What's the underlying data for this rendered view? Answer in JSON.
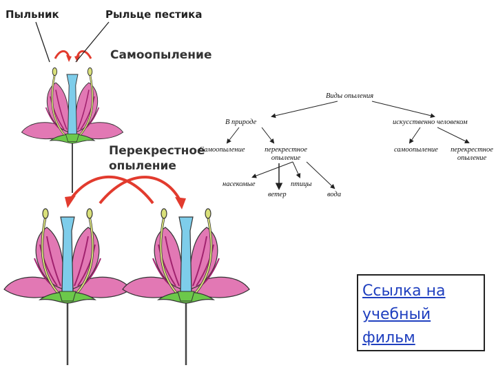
{
  "labels": {
    "anther": "Пыльник",
    "stigma": "Рыльце пестика",
    "self_pollination": "Самоопыление",
    "cross_pollination_line1": "Перекрестное",
    "cross_pollination_line2": "опыление"
  },
  "tree": {
    "root": "Виды опыления",
    "in_nature": "В природе",
    "by_human": "искусственно человеком",
    "nature_self": "Самоопыление",
    "nature_cross_line1": "перекрестное",
    "nature_cross_line2": "опыление",
    "human_self": "самоопыление",
    "human_cross_line1": "перекрестное",
    "human_cross_line2": "опыление",
    "insects": "насекомые",
    "wind": "ветер",
    "birds": "птицы",
    "water": "вода"
  },
  "link": {
    "text": "Ссылка на учебный фильм"
  },
  "colors": {
    "petal": "#e278b4",
    "petal_stripe": "#a0226e",
    "pistil": "#7ecdea",
    "stamen": "#d9e07a",
    "leaf": "#6cc84a",
    "stem": "#444444",
    "arrow": "#e23b2e",
    "link": "#1f3fbf"
  }
}
